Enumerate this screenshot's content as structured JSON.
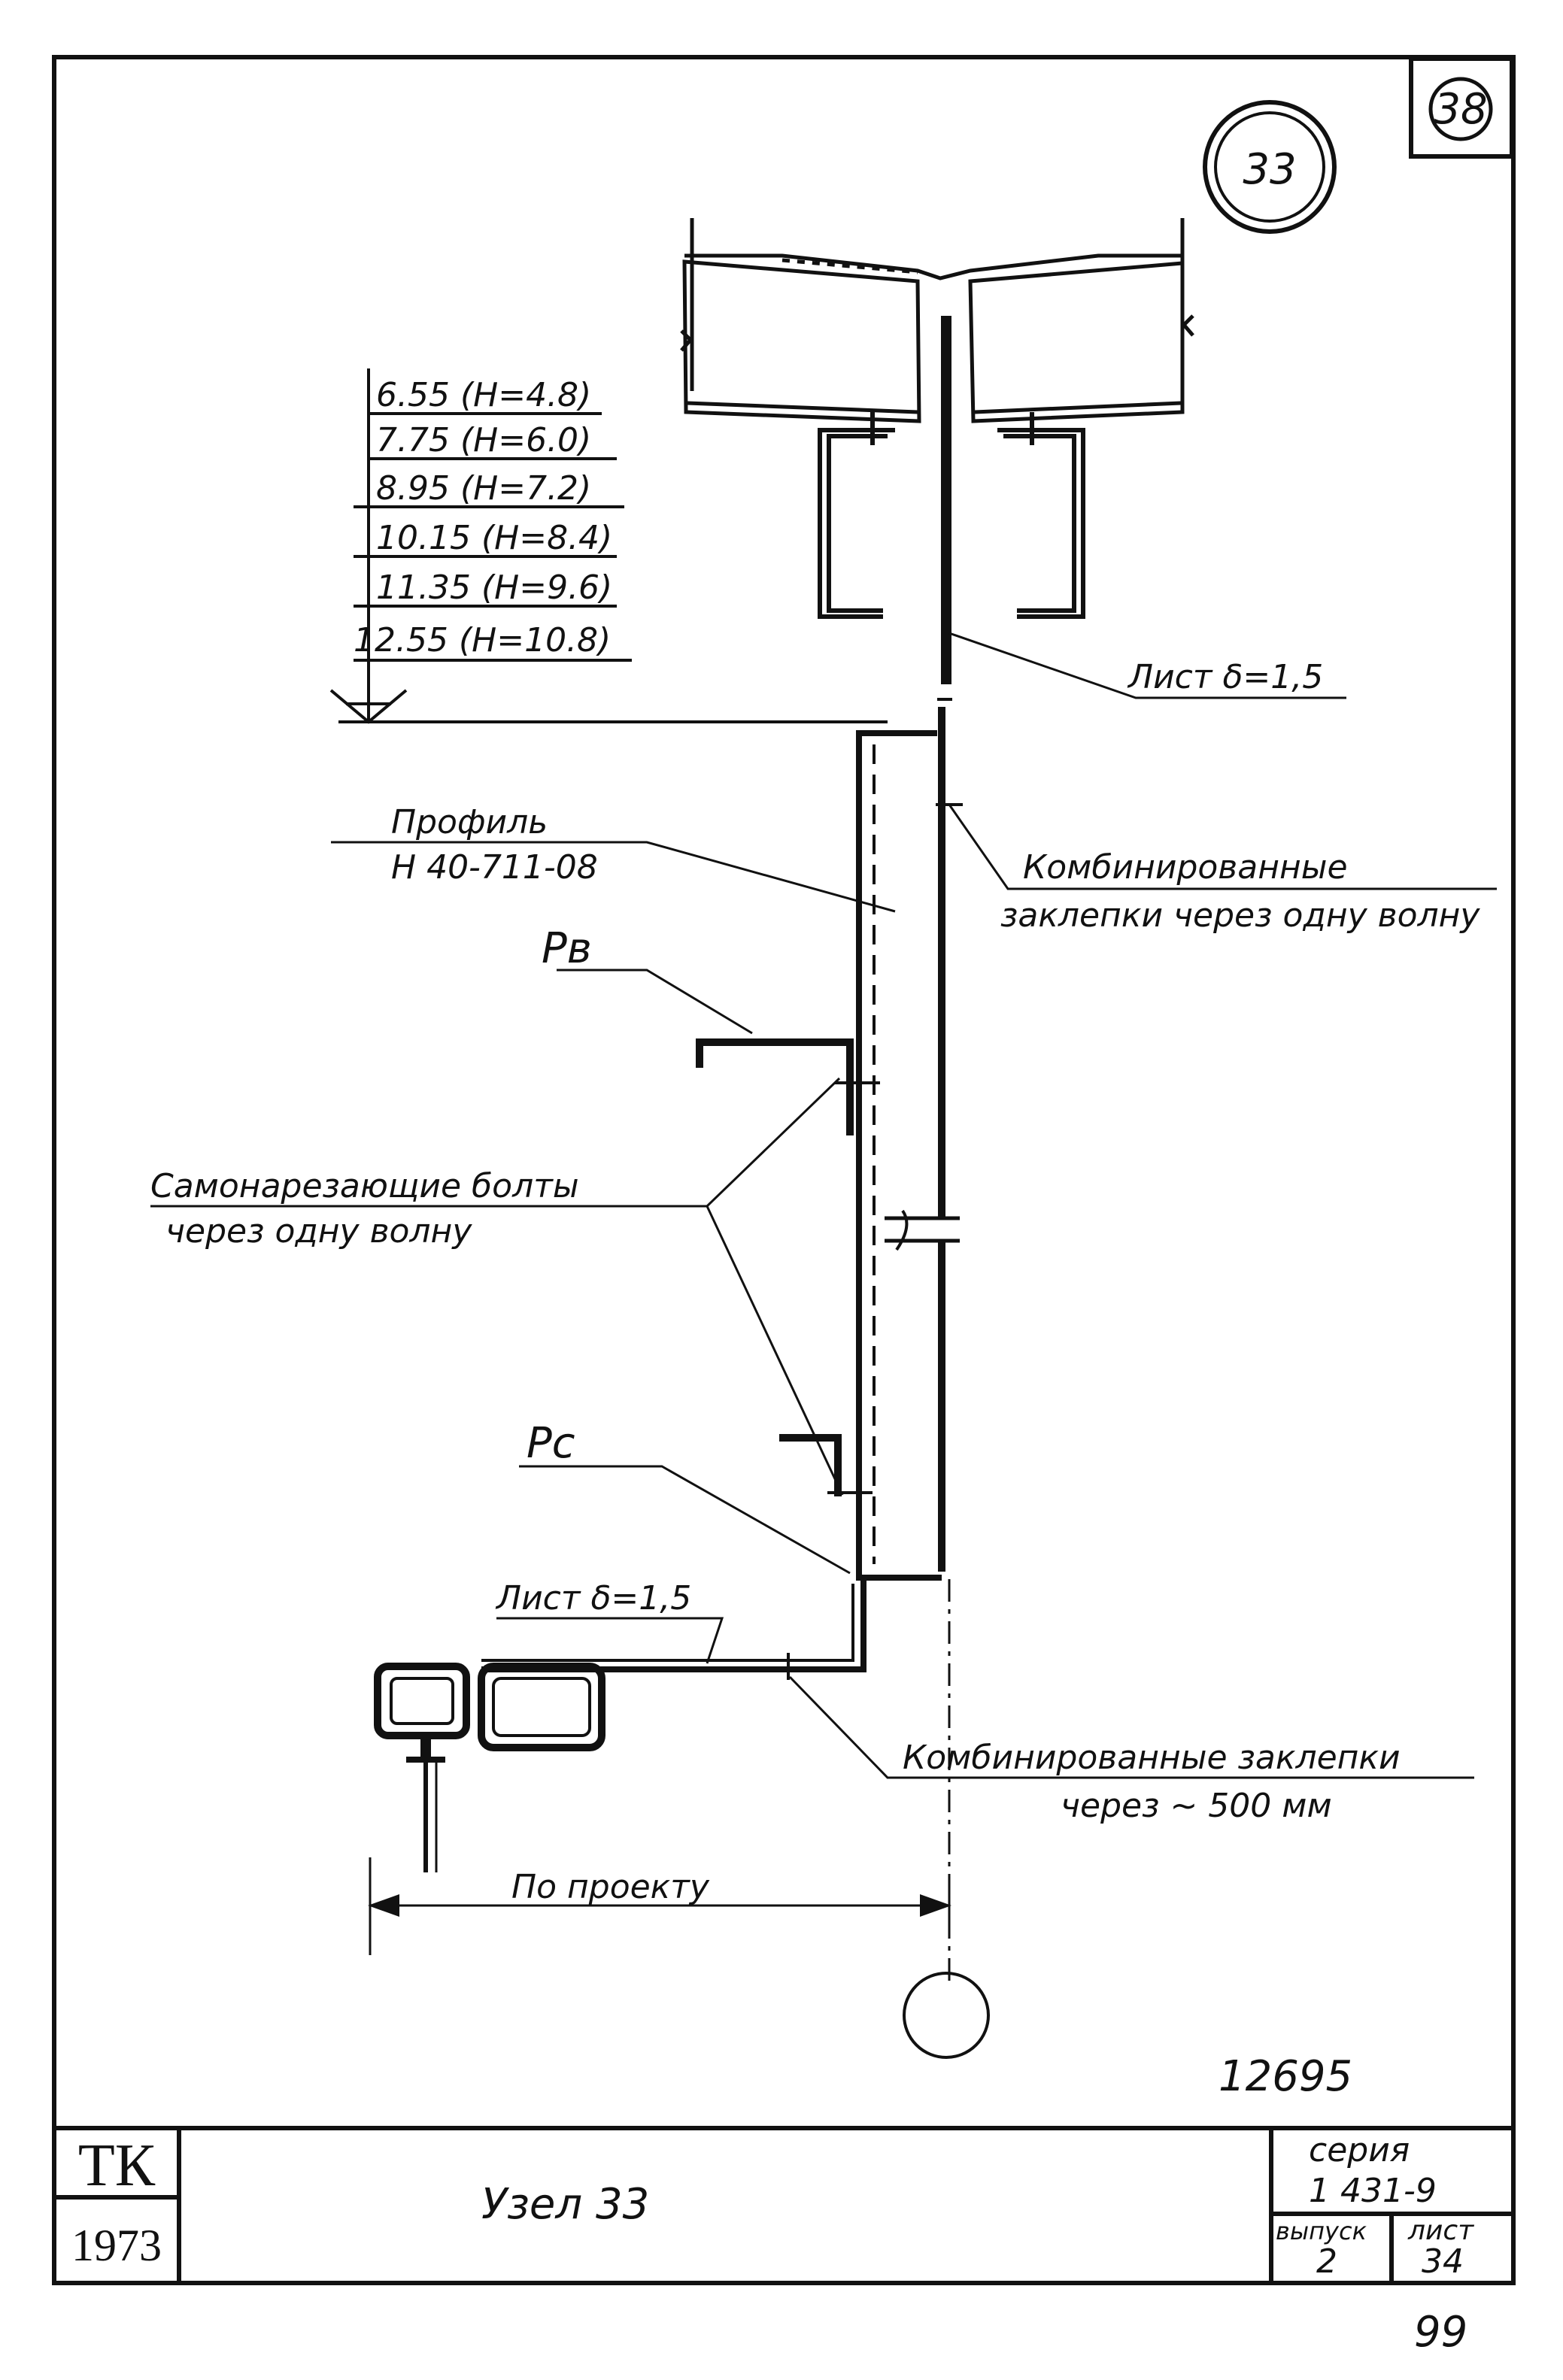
{
  "sheet_badge": "38",
  "node_circle": "33",
  "elevation_levels": [
    "6.55 (H=4.8)",
    "7.75 (H=6.0)",
    "8.95 (H=7.2)",
    "10.15 (H=8.4)",
    "11.35 (H=9.6)",
    "12.55 (H=10.8)"
  ],
  "labels": {
    "sheet_top": "Лист δ=1,5",
    "profile_name": "Профиль",
    "profile_code": "Н 40-711-08",
    "rivets_top_1": "Комбинированные",
    "rivets_top_2": "заклепки через одну волну",
    "pv": "Рв",
    "bolts_1": "Самонарезающие болты",
    "bolts_2": "через одну волну",
    "pc": "Рс",
    "sheet_bottom": "Лист δ=1,5",
    "rivets_bottom_1": "Комбинированные заклепки",
    "rivets_bottom_2": "через ~ 500 мм",
    "dimension": "По проекту",
    "doc_number": "12695"
  },
  "title_block": {
    "tk": "ТК",
    "year": "1973",
    "title": "Узел 33",
    "series_label": "серия",
    "series_value": "1 431-9",
    "issue_label": "выпуск",
    "issue_value": "2",
    "sheet_label": "лист",
    "sheet_value": "34",
    "page_mark": "99"
  }
}
